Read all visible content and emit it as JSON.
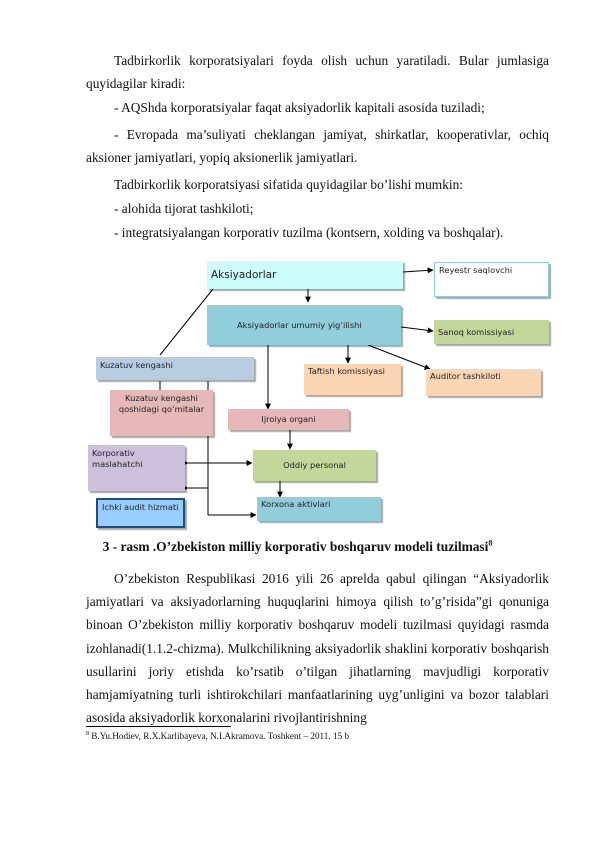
{
  "body": {
    "p1": "Tadbirkorlik korporatsiyalari foyda olish uchun yaratiladi. Bular jumlasiga quyidagilar kiradi:",
    "l1": "- AQShda korporatsiyalar faqat aksiyadorlik kapitali asosida tuziladi;",
    "p2": "- Evropada ma’suliyati cheklangan jamiyat, shirkatlar, kooperativlar, ochiq aksioner jamiyatlari, yopiq aksionerlik jamiyatlari.",
    "l2": "Tadbirkorlik korporatsiyasi sifatida quyidagilar bo’lishi mumkin:",
    "l3": "- alohida tijorat tashkiloti;",
    "l4": "- integratsiyalangan korporativ tuzilma (kontsern, xolding va boshqalar).",
    "p3": "O’zbekiston Respublikasi 2016 yili 26 aprelda qabul qilingan “Aksiyadorlik jamiyatlari va aksiyadorlarning huquqlarini himoya qilish to’g’risida”gi qonuniga binoan O’zbekiston milliy korporativ boshqaruv modeli tuzilmasi quyidagi rasmda izohlanadi(1.1.2-chizma). Mulkchilikning aksiyadorlik shaklini korporativ boshqarish usullarini joriy etishda ko’rsatib o’tilgan jihatlarning mavjudligi korporativ hamjamiyatning turli ishtirokchilari manfaatlarining uyg’unligini va bozor talablari asosida aksiyadorlik korxonalarini rivojlantirishning"
  },
  "diagram": {
    "aksiyadorlar": "Aksiyadorlar",
    "reyestr": "Reyestr saqlovchi",
    "umumiy": "Aksiyadorlar umumiy yig’ilishi",
    "sanoq": "Sanoq komissiyasi",
    "kuzatuv": "Kuzatuv kengashi",
    "taftish": "Taftish komissiyasi",
    "auditor": "Auditor tashkiloti",
    "qoshidagi": "Kuzatuv kengashi qoshidagi qo’mitalar",
    "ijroiya": "Ijroiya organi",
    "maslahatchi": "Korporativ maslahatchi",
    "oddiy": "Oddiy personal",
    "ichki": "Ichki audit hizmati",
    "korxona": "Korxona aktivlari"
  },
  "caption": {
    "text": "3 - rasm .O’zbekiston milliy korporativ boshqaruv modeli tuzilmasi",
    "ref": "8"
  },
  "footnote": {
    "ref": "8",
    "text": " B.Yu.Hodiev, R.X.Karlibayeva, N.I.Akramova. Toshkent – 2011. 15 b"
  },
  "colors": {
    "light_cyan": "#ccfcfc",
    "teal": "#92cddc",
    "light_blue": "#b8cce4",
    "green": "#c4d79b",
    "peach": "#fcd5b4",
    "pink": "#e6b9b8",
    "lavender": "#ccc0da",
    "blue": "#99ccff"
  }
}
